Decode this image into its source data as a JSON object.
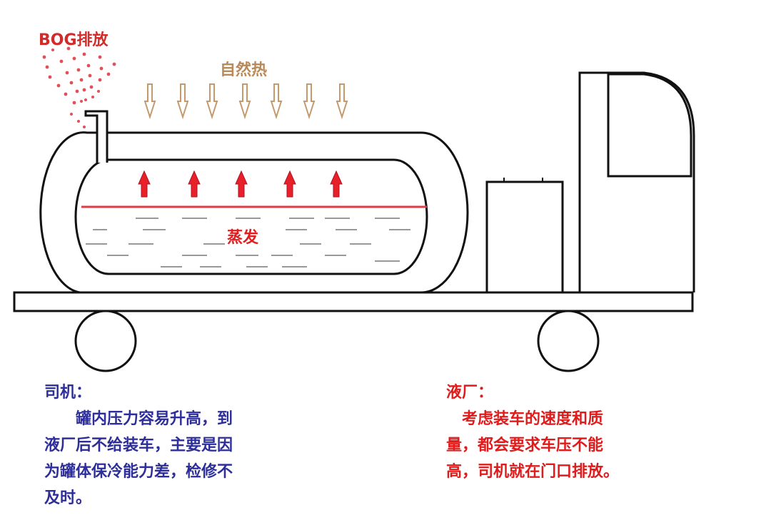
{
  "labels": {
    "bog": "BOG排放",
    "heat": "自然热",
    "evaporation": "蒸发"
  },
  "driver_note": {
    "heading": "司机：",
    "line1": "　　罐内压力容易升高，到",
    "line2": "液厂后不给装车，主要是因",
    "line3": "为罐体保冷能力差，检修不",
    "line4": "及时。"
  },
  "plant_note": {
    "heading": "液厂：",
    "line1": "　考虑装车的速度和质",
    "line2": "量，都会要求车压不能",
    "line3": "高，司机就在门口排放。"
  },
  "colors": {
    "bog": "#d32a2a",
    "heat_arrow": "#c49a6c",
    "vapor_arrow": "#e8202a",
    "liquid_level": "#e03c45",
    "driver_text": "#2e2e9a",
    "plant_text": "#e01b1b"
  }
}
